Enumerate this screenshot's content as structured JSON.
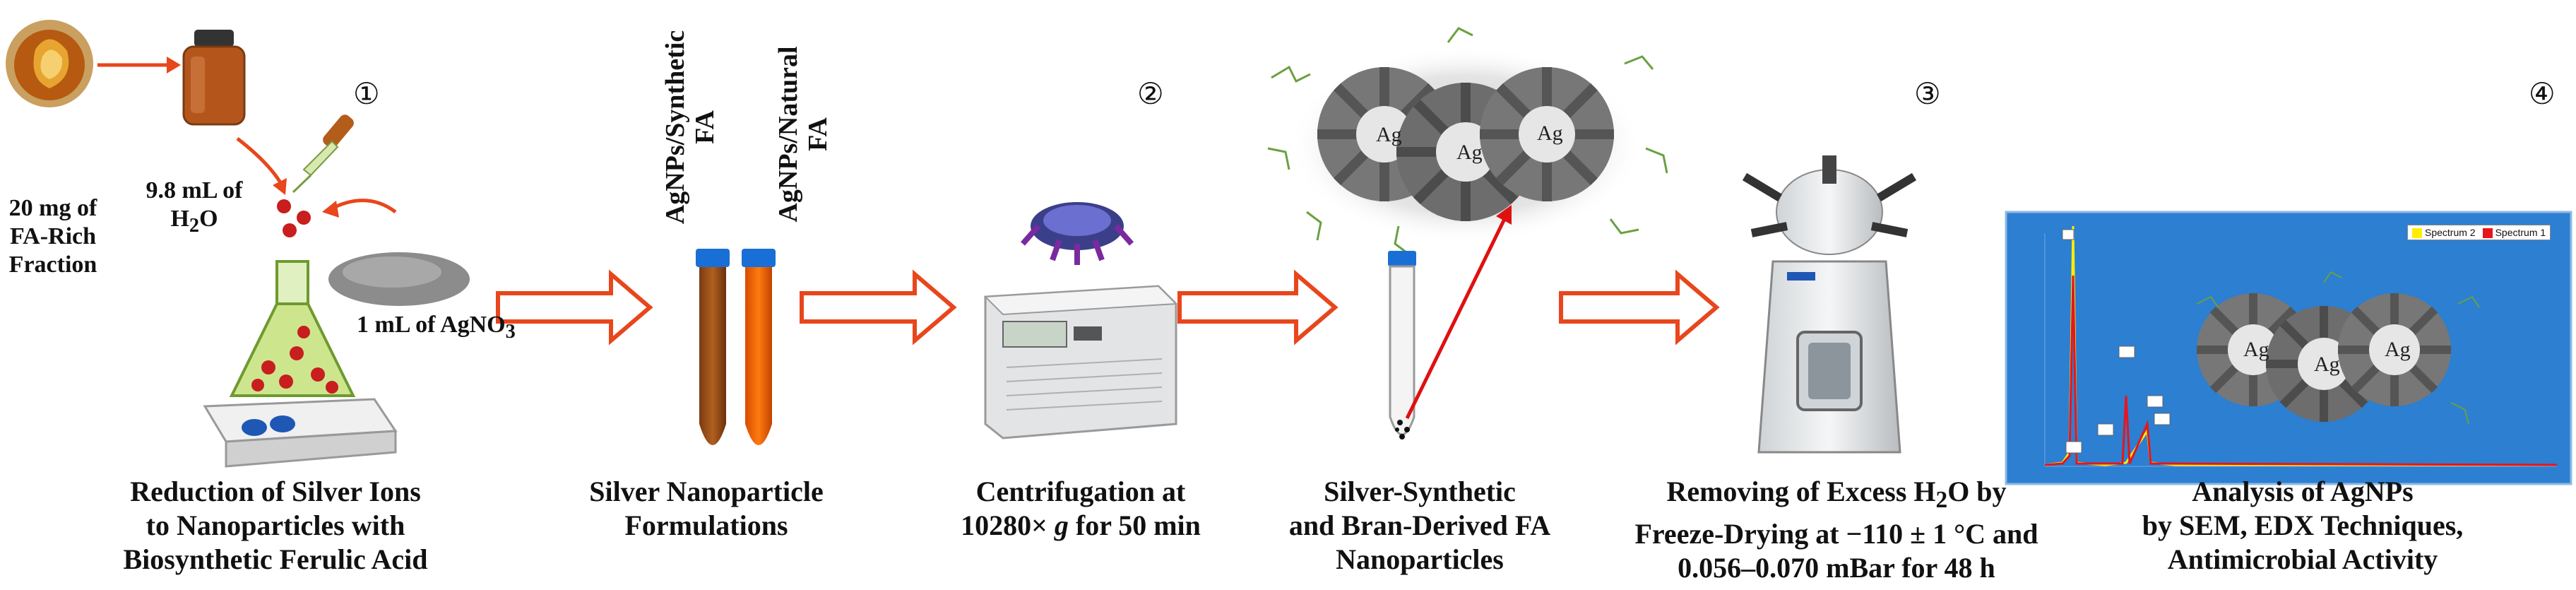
{
  "steps": [
    {
      "marker": "①"
    },
    {
      "marker": "②"
    },
    {
      "marker": "③"
    },
    {
      "marker": "④"
    }
  ],
  "labels": {
    "fa_mass": "20 mg of FA-Rich Fraction",
    "water": "9.8 mL of",
    "water2": "H",
    "water_sub": "2",
    "water_o": "O",
    "agno3": "1 mL of AgNO",
    "agno3_sub": "3",
    "tube_synthetic": "AgNPs/Synthetic FA",
    "tube_natural": "AgNPs/Natural FA",
    "ag": "Ag"
  },
  "captions": {
    "c1": [
      "Reduction of Silver Ions",
      "to Nanoparticles with",
      "Biosynthetic Ferulic Acid"
    ],
    "c2": [
      "Silver Nanoparticle",
      "Formulations"
    ],
    "c3a": "Centrifugation at",
    "c3b_pre": "10280× ",
    "c3b_g": "g",
    "c3b_post": " for 50 min",
    "c4": [
      "Silver-Synthetic",
      "and Bran-Derived FA",
      "Nanoparticles"
    ],
    "c5a_pre": "Removing of Excess H",
    "c5a_sub": "2",
    "c5a_post": "O by",
    "c5b": "Freeze-Drying at −110 ± 1 °C and",
    "c5c": "0.056–0.070 mBar for 48 h",
    "c6": [
      "Analysis of AgNPs",
      "by SEM, EDX Techniques,",
      "Antimicrobial Activity"
    ]
  },
  "edx": {
    "legend": [
      "Spectrum 2",
      "Spectrum 1"
    ],
    "colors": {
      "s1": "#ffee00",
      "s2": "#e8141c",
      "bg": "#2c7fd1"
    }
  },
  "colors": {
    "arrow_fill": "#ffffff",
    "arrow_stroke": "#e8461c",
    "red": "#e01010"
  }
}
